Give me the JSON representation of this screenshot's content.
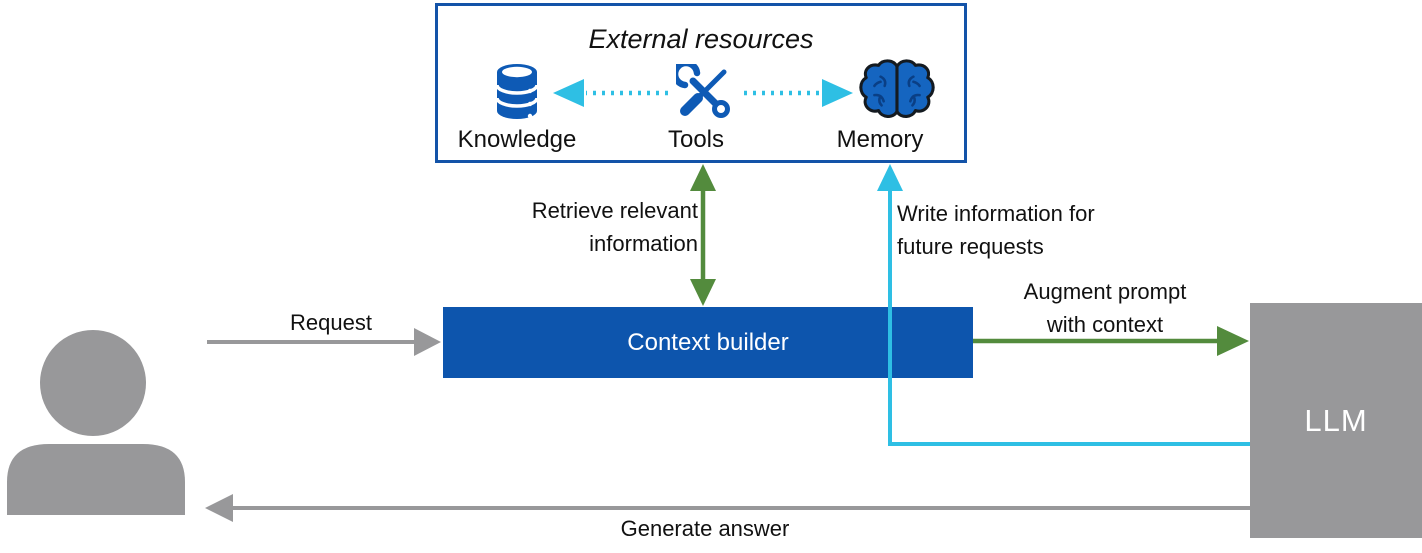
{
  "external_resources": {
    "title": "External resources",
    "items": [
      {
        "label": "Knowledge",
        "icon": "database-icon"
      },
      {
        "label": "Tools",
        "icon": "tools-icon"
      },
      {
        "label": "Memory",
        "icon": "brain-icon"
      }
    ]
  },
  "nodes": {
    "context_builder_label": "Context builder",
    "llm_label": "LLM",
    "user": "user-person-icon"
  },
  "edge_labels": {
    "request": "Request",
    "retrieve": "Retrieve relevant\ninformation",
    "write": "Write information for\nfuture requests",
    "augment": "Augment prompt\nwith context",
    "generate": "Generate answer"
  },
  "colors": {
    "box_blue": "#0d55ad",
    "border_blue": "#1353a8",
    "icon_blue": "#0e5ab5",
    "cyan": "#2ebfe4",
    "green": "#538b3d",
    "gray": "#98989a",
    "text": "#111111"
  }
}
